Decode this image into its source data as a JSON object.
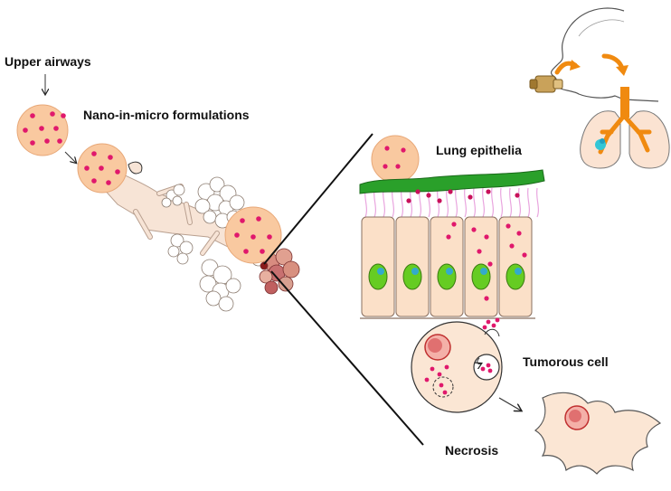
{
  "labels": {
    "upper_airways": "Upper airways",
    "formulations": "Nano-in-micro  formulations",
    "lung_epithelia": "Lung epithelia",
    "tumorous_cell": "Tumorous cell",
    "necrosis": "Necrosis"
  },
  "colors": {
    "particle_fill": "#f9c9a0",
    "particle_edge": "#e8a878",
    "nanoparticle": "#e0186c",
    "mucus": "#2aa02a",
    "cilia": "#e9a6df",
    "cell_fill": "#fbe0c8",
    "nucleus": "#66cc22",
    "nucleolus": "#33aacc",
    "trachea": "#f08a10",
    "airway": "#f7e4d6",
    "alveoli": "#ffffff",
    "tumor_red": "#c03030"
  },
  "icons": [
    "inhaler-icon",
    "head-profile-icon",
    "lungs-icon",
    "arrow-icon"
  ]
}
